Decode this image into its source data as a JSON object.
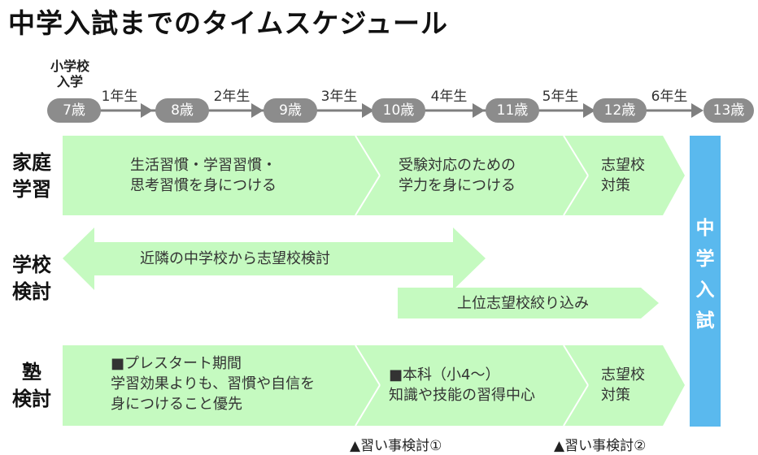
{
  "title": "中学入試までのタイムスケジュール",
  "timeline": {
    "start_label_line1": "小学校",
    "start_label_line2": "入学",
    "grades": [
      "1年生",
      "2年生",
      "3年生",
      "4年生",
      "5年生",
      "6年生"
    ],
    "ages": [
      "7歳",
      "8歳",
      "9歳",
      "10歳",
      "11歳",
      "12歳",
      "13歳"
    ]
  },
  "rows": [
    {
      "label_line1": "家庭",
      "label_line2": "学習"
    },
    {
      "label_line1": "学校",
      "label_line2": "検討"
    },
    {
      "label_line1": "塾",
      "label_line2": "検討"
    }
  ],
  "home": {
    "box1": [
      "生活習慣・学習習慣・",
      "思考習慣を身につける"
    ],
    "box2": [
      "受験対応のための",
      "学力を身につける"
    ],
    "box3": [
      "志望校",
      "対策"
    ]
  },
  "school": {
    "nearby": "近隣の中学校から志望校検討",
    "narrow": "上位志望校絞り込み"
  },
  "juku": {
    "box1": [
      "■プレスタート期間",
      "学習効果よりも、習慣や自信を",
      "身につけること優先"
    ],
    "box2": [
      "■本科（小4～）",
      "知識や技能の習得中心"
    ],
    "box3": [
      "志望校",
      "対策"
    ]
  },
  "exam": [
    "中",
    "学",
    "入",
    "試"
  ],
  "lessons": [
    "▲習い事検討①",
    "▲習い事検討②"
  ],
  "colors": {
    "green": "#c5fac0",
    "timeline_gray": "#8c8c8c",
    "timeline_line": "#7f7f7f",
    "exam_blue": "#5ab9ee"
  }
}
